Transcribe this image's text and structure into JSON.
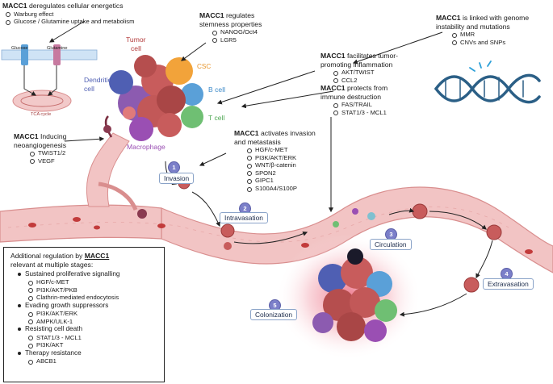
{
  "energetics": {
    "brand": "MACC1",
    "title": "deregulates cellular energetics",
    "items": [
      "Warburg effect",
      "Glucose / Glutamine uptake and metabolism"
    ],
    "glucose_label": "Glucose",
    "glutamine_label": "Glutamine",
    "tca_label": "TCA cycle"
  },
  "stemness": {
    "brand": "MACC1",
    "title_line1": "regulates",
    "title_line2": "stemness properties",
    "items": [
      "NANOG/Oct4",
      "LGR5"
    ]
  },
  "inflammation": {
    "brand": "MACC1",
    "title_line1": "facilitates tumor-",
    "title_line2": "promoting inflammation",
    "items": [
      "AKT/TWIST",
      "CCL2"
    ],
    "protect_brand": "MACC1",
    "protect_line1": "protects from",
    "protect_line2": "immune destruction",
    "protect_items": [
      "FAS/TRAIL",
      "STAT1/3 - MCL1"
    ]
  },
  "genome": {
    "brand": "MACC1",
    "title_line1": "is linked with genome",
    "title_line2": "instability and mutations",
    "items": [
      "MMR",
      "CNVs and SNPs"
    ]
  },
  "angiogenesis": {
    "brand": "MACC1",
    "title_line1": "Inducing",
    "title_line2": "neoangiogenesis",
    "items": [
      "TWIST1/2",
      "VEGF"
    ]
  },
  "invasion": {
    "brand": "MACC1",
    "title_line1": "activates invasion",
    "title_line2": "and metastasis",
    "items": [
      "HGF/c-MET",
      "PI3K/AKT/ERK",
      "WNT/β-catenin",
      "SPON2",
      "GIPC1",
      "S100A4/S100P"
    ]
  },
  "cells": {
    "csc": "CSC",
    "tumor_line1": "Tumor",
    "tumor_line2": "cell",
    "dendritic_line1": "Dendritic",
    "dendritic_line2": "cell",
    "bcell": "B cell",
    "tcell": "T cell",
    "macrophage": "Macrophage"
  },
  "stages": [
    {
      "num": "1",
      "label": "Invasion"
    },
    {
      "num": "2",
      "label": "Intravasation"
    },
    {
      "num": "3",
      "label": "Circulation"
    },
    {
      "num": "4",
      "label": "Extravasation"
    },
    {
      "num": "5",
      "label": "Colonization"
    }
  ],
  "regulation": {
    "title_line1": "Additional regulation by",
    "title_brand": "MACC1",
    "title_line2": "relevant at multiple stages:",
    "groups": [
      {
        "label": "Sustained proliferative signalling",
        "items": [
          "HGF/c-MET",
          "PI3K/AKT/PKB",
          "Clathrin-mediated endocytosis"
        ]
      },
      {
        "label": "Evading growth suppressors",
        "items": [
          "PI3K/AKT/ERK",
          "AMPK/ULK-1"
        ]
      },
      {
        "label": "Resisting cell death",
        "items": [
          "STAT1/3 - MCL1",
          "PI3K/AKT"
        ]
      },
      {
        "label": "Therapy resistance",
        "items": [
          "ABCB1"
        ]
      }
    ]
  },
  "colors": {
    "vessel": "#f2c4c4",
    "vessel_edge": "#d98e8e",
    "tumor_cell": "#c85c5c",
    "csc": "#f2a33a",
    "bcell": "#5aa0d8",
    "tcell": "#6fbf73",
    "dendritic": "#4f5fb3",
    "macrophage": "#9a4fb3",
    "dna": "#2b5f86",
    "stage_badge": "#7b7fc9"
  }
}
